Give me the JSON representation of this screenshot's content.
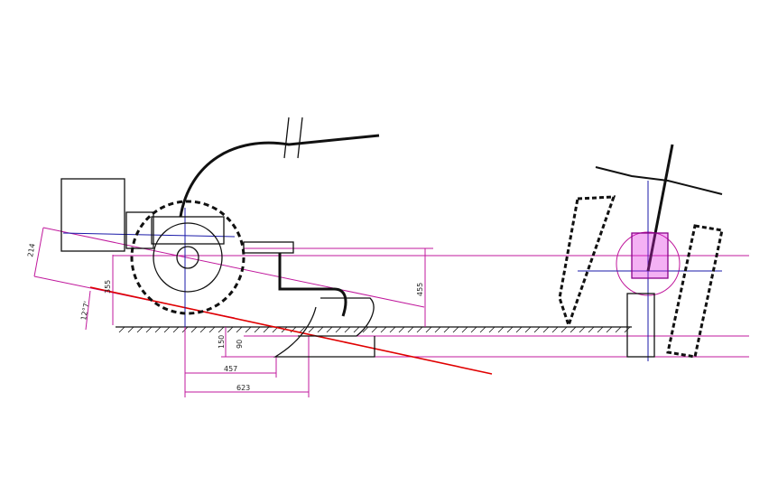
{
  "dimensions": {
    "slope_length": "214",
    "angle": "12°7'",
    "hitch_height": "355",
    "frame_height": "455",
    "plough_depth": "150",
    "share_depth": "90",
    "offset_short": "457",
    "offset_long": "623"
  },
  "colors": {
    "dimension": "#c0189c",
    "slope_line": "#e00000",
    "axis": "#1a1aa8",
    "outline": "#111111"
  }
}
